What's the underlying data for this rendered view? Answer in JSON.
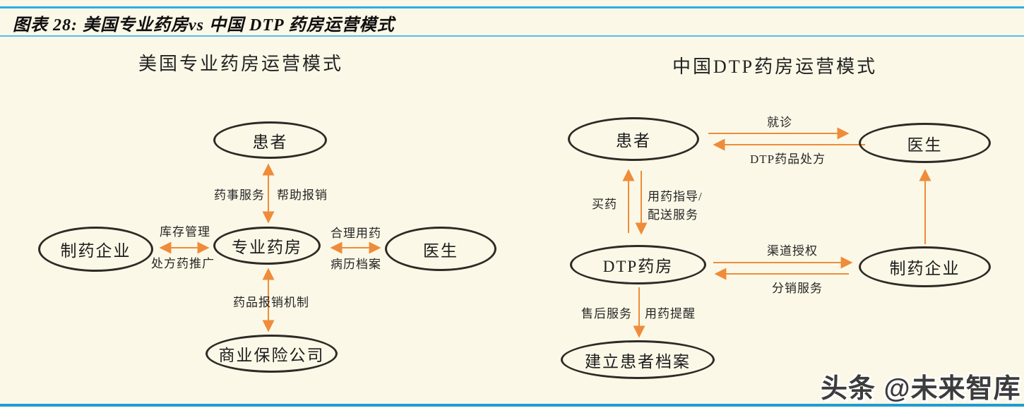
{
  "page": {
    "title": "图表 28: 美国专业药房vs 中国 DTP 药房运营模式",
    "watermark": "头条 @未来智库",
    "colors": {
      "background": "#FCF8E7",
      "rule_top": "#2FAEE3",
      "rule_under_title": "#56BEE9",
      "rule_bottom": "#1E9CD7",
      "arrow_orange": "#EE8C3A",
      "node_border": "#2E2A26"
    }
  },
  "left": {
    "title": "美国专业药房运营模式",
    "nodes": {
      "patient": "患者",
      "pharma": "制药企业",
      "pharmacy": "专业药房",
      "doctor": "医生",
      "insurance": "商业保险公司"
    },
    "labels": {
      "pharmacy_service": "药事服务",
      "reimbursement_help": "帮助报销",
      "inventory_mgmt": "库存管理",
      "rx_promotion": "处方药推广",
      "rational_use": "合理用药",
      "medical_records": "病历档案",
      "drug_reimbursement": "药品报销机制"
    }
  },
  "right": {
    "title": "中国DTP药房运营模式",
    "nodes": {
      "patient": "患者",
      "doctor": "医生",
      "dtp_pharmacy": "DTP药房",
      "pharma": "制药企业",
      "records": "建立患者档案"
    },
    "labels": {
      "visit": "就诊",
      "dtp_prescription": "DTP药品处方",
      "buy_medicine": "买药",
      "guidance_delivery": "用药指导/配送服务",
      "channel_auth": "渠道授权",
      "distribution_service": "分销服务",
      "after_sale": "售后服务",
      "medication_reminder": "用药提醒"
    }
  }
}
